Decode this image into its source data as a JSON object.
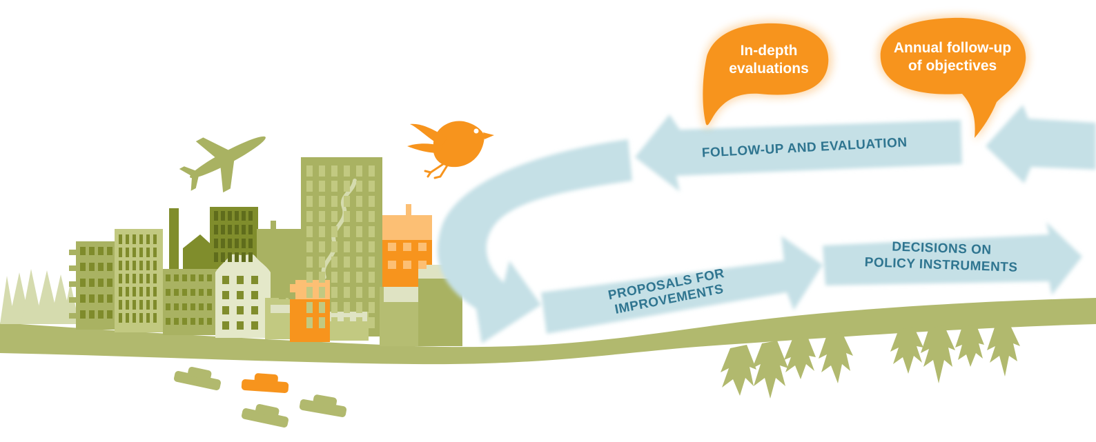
{
  "bubbles": {
    "in_depth": {
      "line1": "In-depth",
      "line2": "evaluations"
    },
    "annual": {
      "line1": "Annual follow-up",
      "line2": "of objectives"
    }
  },
  "arrows": {
    "follow_up": "FOLLOW-UP AND EVALUATION",
    "proposals": {
      "line1": "PROPOSALS FOR",
      "line2": "IMPROVEMENTS"
    },
    "decisions": {
      "line1": "DECISIONS ON",
      "line2": "POLICY INSTRUMENTS"
    }
  },
  "colors": {
    "orange": "#f7941d",
    "arrow_blue": "#c5e0e6",
    "arrow_text": "#2f7590",
    "ground_green": "#b1b96e",
    "building_green": "#a9b262",
    "dark_green": "#808d2c",
    "pale_green": "#d5dbae"
  }
}
